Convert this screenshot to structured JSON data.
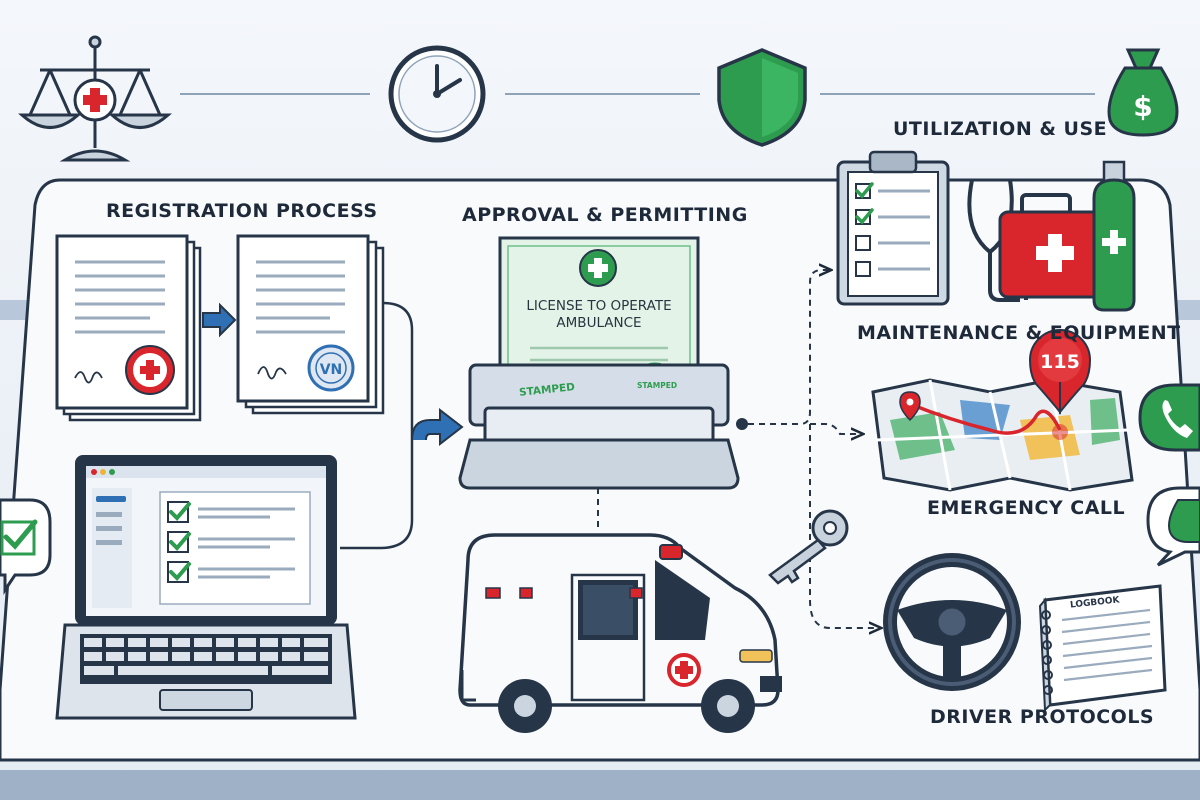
{
  "labels": {
    "registration": "REGISTRATION PROCESS",
    "approval": "APPROVAL & PERMITTING",
    "utilization": "UTILIZATION & USE",
    "maintenance": "MAINTENANCE & EQUIPMENT",
    "emergency": "EMERGENCY CALL",
    "driver": "DRIVER PROTOCOLS"
  },
  "license": {
    "line1": "LICENSE TO OPERATE",
    "line2": "AMBULANCE",
    "stamp_left": "STAMPED",
    "stamp_right": "STAMPED"
  },
  "map": {
    "badge_number": "115"
  },
  "logbook": {
    "title": "LOGBOOK"
  },
  "seal": {
    "letters": "VN"
  },
  "currency_symbol": "$",
  "colors": {
    "ink": "#1e2a3a",
    "accent_red": "#d8262c",
    "accent_green": "#2e9c4f",
    "blue": "#2f6fb3"
  }
}
